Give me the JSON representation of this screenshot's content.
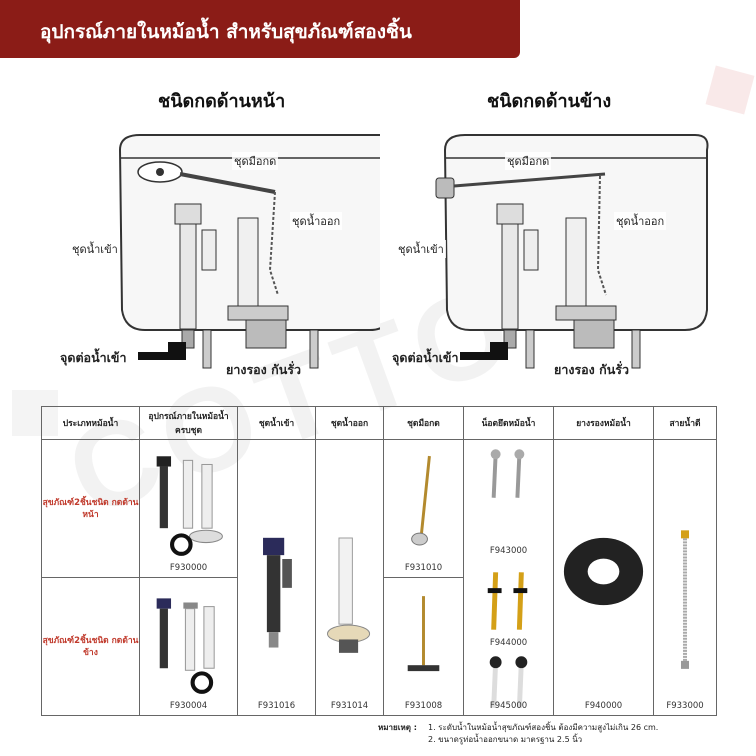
{
  "header": {
    "title": "อุปกรณ์ภายในหม้อน้ำ สำหรับสุขภัณฑ์สองชิ้น"
  },
  "watermark": "COTTO",
  "diagrams": {
    "front": {
      "title": "ชนิดกดด้านหน้า",
      "labels": {
        "flush_handle": "ชุดมือกด",
        "outlet": "ชุดน้ำออก",
        "inlet": "ชุดน้ำเข้า",
        "water_connection": "จุดต่อน้ำเข้า",
        "gasket": "ยางรอง กันรั่ว"
      }
    },
    "side": {
      "title": "ชนิดกดด้านข้าง",
      "labels": {
        "flush_handle": "ชุดมือกด",
        "outlet": "ชุดน้ำออก",
        "inlet": "ชุดน้ำเข้า",
        "water_connection": "จุดต่อน้ำเข้า",
        "gasket": "ยางรอง กันรั่ว"
      }
    }
  },
  "table": {
    "headers": [
      "ประเภทหม้อน้ำ",
      "อุปกรณ์ภายในหม้อน้ำ ครบชุด",
      "ชุดน้ำเข้า",
      "ชุดน้ำออก",
      "ชุดมือกด",
      "น็อตยึดหม้อน้ำ",
      "ยางรองหม้อน้ำ",
      "สายน้ำดี"
    ],
    "rows": [
      {
        "type": "สุขภัณฑ์2ชิ้นชนิด กดด้านหน้า",
        "full_set_code": "F930000"
      },
      {
        "type": "สุขภัณฑ์2ชิ้นชนิด กดด้านข้าง",
        "full_set_code": "F930004"
      }
    ],
    "inlet_code": "F931016",
    "outlet_code": "F931014",
    "handle_codes": [
      "F931010",
      "F931008"
    ],
    "bolt_codes": [
      "F943000",
      "F944000",
      "F945000"
    ],
    "gasket_code": "F940000",
    "hose_code": "F933000"
  },
  "note": {
    "label": "หมายเหตุ :",
    "lines": [
      "1. ระดับน้ำในหม้อน้ำสุขภัณฑ์สองชิ้น ต้องมีความสูงไม่เกิน 26 cm.",
      "2. ขนาดรูท่อน้ำออกขนาด มาตรฐาน 2.5 นิ้ว"
    ]
  },
  "colors": {
    "brand": "#8b1c17",
    "row_label": "#c0392b"
  }
}
